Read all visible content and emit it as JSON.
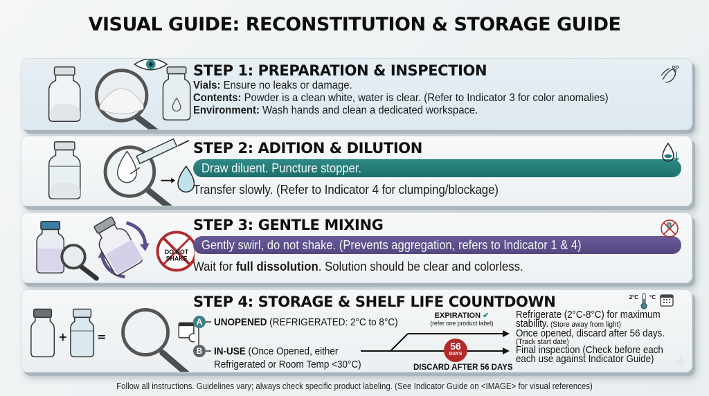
{
  "title": "VISUAL GUIDE: RECONSTITUTION & STORAGE GUIDE",
  "steps": [
    {
      "title": "STEP 1: PREPARATION & INSPECTION",
      "icon": "hand-washing-icon",
      "lines": [
        {
          "label": "Vials:",
          "text": " Ensure no leaks or damage."
        },
        {
          "label": "Contents:",
          "text": " Powder is a clean white, water is clear. (Refer to Indicator 3 for color anomalies)"
        },
        {
          "label": "Environment:",
          "text": " Wash hands and clean a dedicated workspace."
        }
      ],
      "illustration": [
        "powder-vial-icon",
        "magnifier-icon",
        "eye-icon",
        "water-vial-icon"
      ]
    },
    {
      "title": "STEP 2: ADITION & DILUTION",
      "icon": "droplet-arrow-icon",
      "highlight": "Draw diluent. Puncture stopper.",
      "highlight_color": "#237a76",
      "text": "Transfer slowly. (Refer to Indicator 4 for clumping/blockage)",
      "illustration": [
        "powder-vial-icon",
        "plus-icon",
        "magnifier-icon",
        "syringe-icon",
        "arrow-icon",
        "droplet-icon"
      ]
    },
    {
      "title": "STEP 3: GENTLE MIXING",
      "icon": "no-shake-icon",
      "highlight": "Gently swirl, do not shake. (Prevents aggregation, refers to Indicator 1 & 4)",
      "highlight_color": "#5e4f8c",
      "text_pre": "Wait for ",
      "text_bold": "full dissolution",
      "text_post": ". Solution should be clear and colorless.",
      "illustration": [
        "vial-icon",
        "magnifier-icon",
        "swirl-arrows-icon",
        "tilted-vial-icon"
      ],
      "no_shake_badge": [
        "DO NOT",
        "SHAKE"
      ]
    },
    {
      "title": "STEP 4: STORAGE & SHELF LIFE COUNTDOWN",
      "icon_temp_low": "2°C",
      "icon_temp_high": "°C",
      "branches": [
        {
          "marker": "A",
          "label": "UNOPENED",
          "detail": " (REFRIGERATED: 2°C to 8°C)",
          "color": "#3f7f86"
        },
        {
          "marker": "B",
          "label": "IN-USE",
          "detail": " (Once Opened, either",
          "detail2": "Refrigerated or Room Temp <30°C)",
          "color": "#5d6468"
        }
      ],
      "expiration": {
        "label": "EXPIRATION",
        "check": "✔",
        "sub": "(refer one product label)"
      },
      "badge": {
        "number": "56",
        "unit": "DAYS",
        "color": "#b32a2a"
      },
      "discard": "DISCARD AFTER 56 DAYS",
      "notes": [
        {
          "big": "Refrigerate (2°C-8°C) for maximum"
        },
        {
          "big": "stability.",
          "small": " (Store away from light)"
        },
        {
          "big": "Once opened, discard after 56 days."
        },
        {
          "small": "(Track start date)"
        },
        {
          "big": "Final inspection (Check before each"
        },
        {
          "big": "each use against Indicator Guide)"
        }
      ],
      "illustration": [
        "vial-icon",
        "plus-icon",
        "vial-icon",
        "equals-icon",
        "magnifier-icon",
        "calendar-clock-icon"
      ]
    }
  ],
  "footer": "Follow all instructions. Guidelines vary; always check specific product labeling. (See Indicator Guide on <IMAGE> for visual references)",
  "colors": {
    "teal": "#237a76",
    "purple": "#5e4f8c",
    "red": "#b32a2a",
    "check_green": "#2f8a78"
  }
}
